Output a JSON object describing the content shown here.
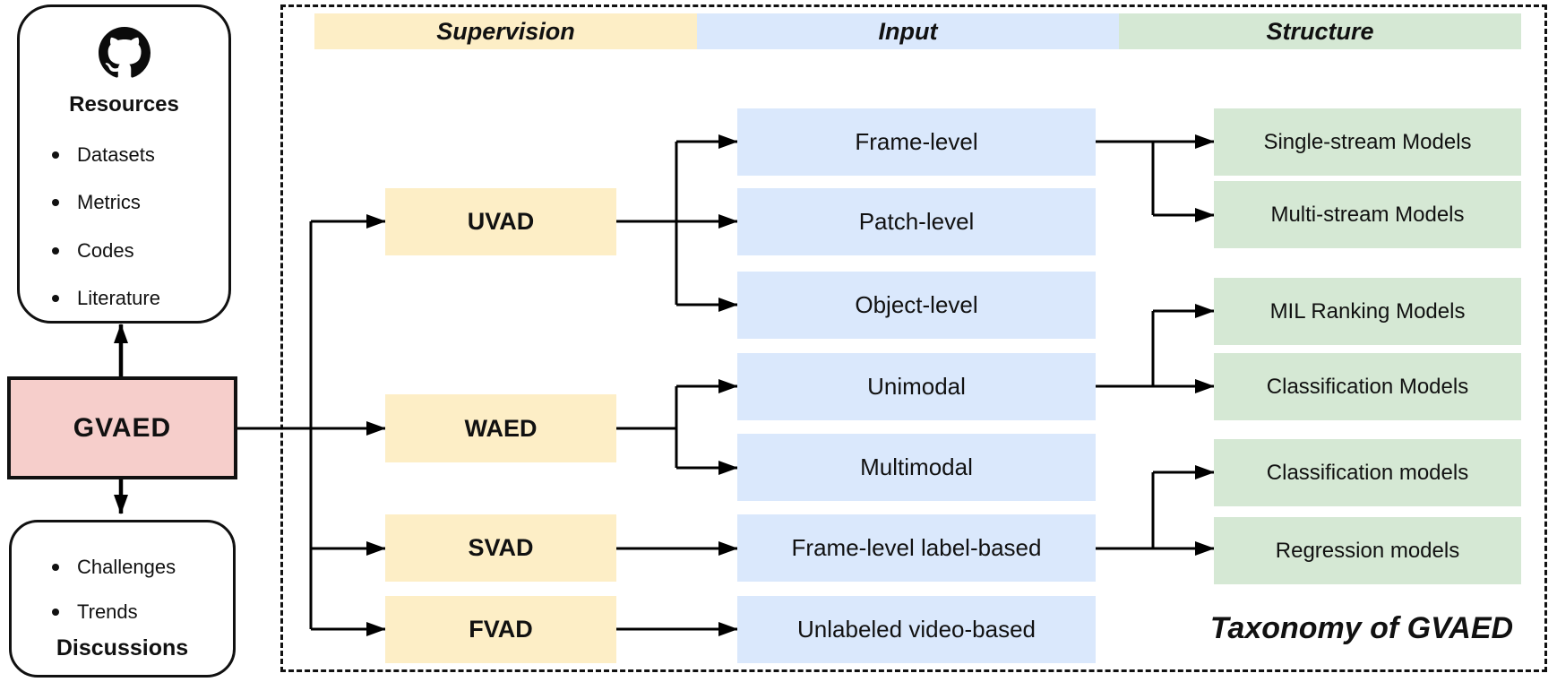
{
  "left_panel": {
    "resources": {
      "title": "Resources",
      "items": [
        "Datasets",
        "Metrics",
        "Codes",
        "Literature"
      ],
      "icon": "github-icon"
    },
    "root": {
      "label": "GVAED"
    },
    "discussions": {
      "items": [
        "Challenges",
        "Trends"
      ],
      "title": "Discussions"
    }
  },
  "taxonomy": {
    "headers": {
      "supervision": "Supervision",
      "input": "Input",
      "structure": "Structure"
    },
    "supervision_nodes": [
      "UVAD",
      "WAED",
      "SVAD",
      "FVAD"
    ],
    "input_nodes": [
      "Frame-level",
      "Patch-level",
      "Object-level",
      "Unimodal",
      "Multimodal",
      "Frame-level label-based",
      "Unlabeled video-based"
    ],
    "structure_nodes": [
      "Single-stream Models",
      "Multi-stream Models",
      "MIL Ranking Models",
      "Classification Models",
      "Classification models",
      "Regression models"
    ],
    "caption": "Taxonomy of GVAED"
  },
  "colors": {
    "supervision_yellow": "#fdeec6",
    "input_blue": "#dae8fc",
    "structure_green": "#d5e8d4",
    "root_pink": "#f6cecb",
    "line_black": "#000000"
  }
}
